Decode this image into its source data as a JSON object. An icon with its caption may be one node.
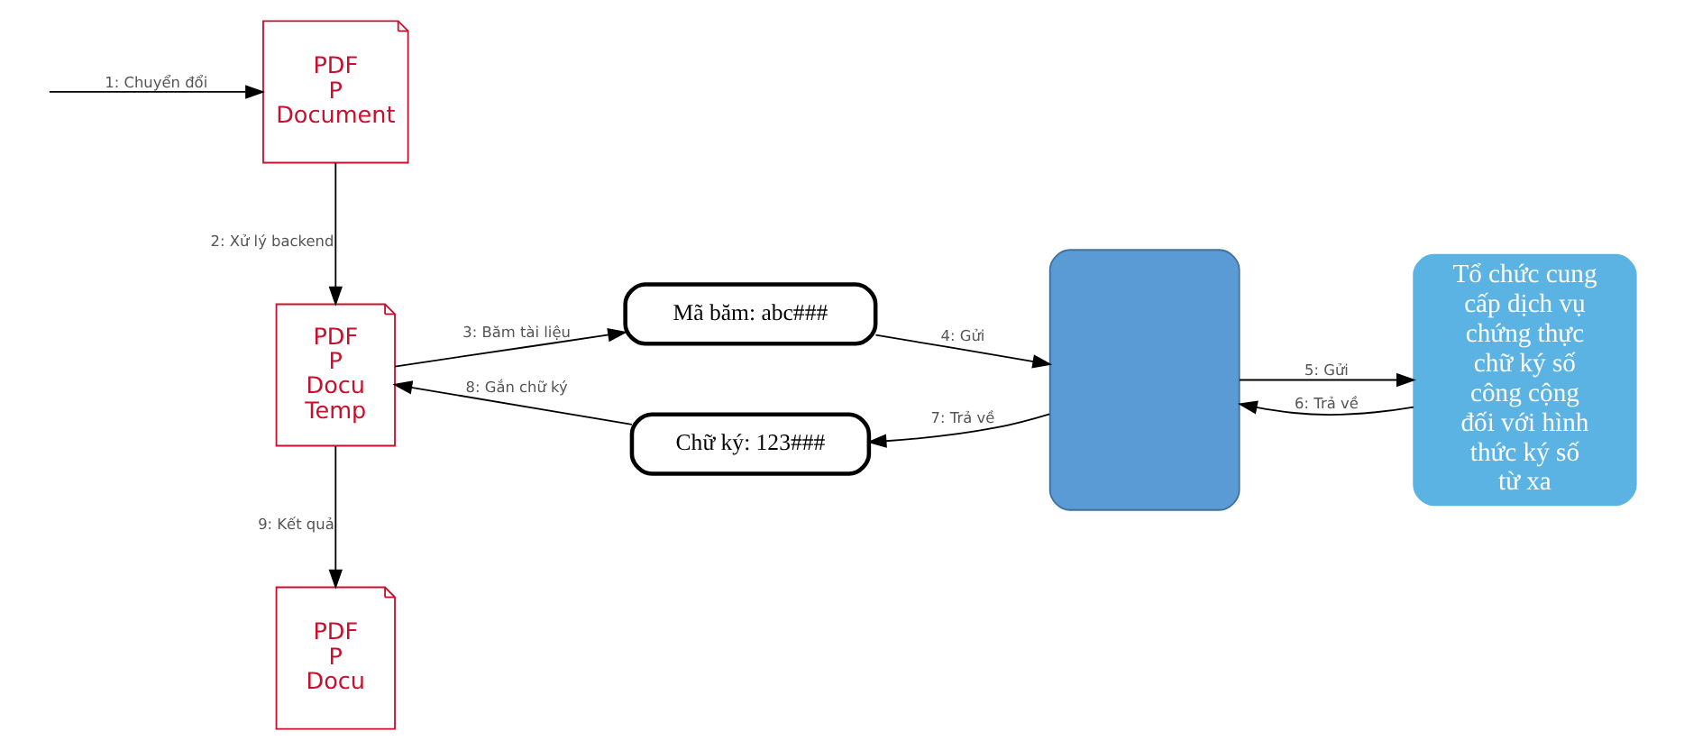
{
  "diagram": {
    "nodes": [
      {
        "text": [
          "PDF",
          "P",
          "Document"
        ]
      },
      {
        "text": [
          "PDF",
          "P",
          "Docu",
          "Temp"
        ]
      },
      {
        "text": [
          "PDF",
          "P",
          "Docu"
        ]
      },
      {
        "text": [
          "Mã băm: abc###"
        ]
      },
      {
        "text": [
          "Chữ ký: 123###"
        ]
      },
      {
        "text": [],
        "shape": "box"
      },
      {
        "text": [
          "Tổ chức cung cấp dịch vụ chứng thực chữ ký số công cộng đối với hình thức ký số từ xa"
        ]
      }
    ],
    "edges": [
      {
        "from": null,
        "to": 0,
        "arrow": "to",
        "label": "1: Chuyển đổi"
      },
      {
        "from": 0,
        "to": 1,
        "arrow": "to",
        "label": "2: Xử lý backend"
      },
      {
        "from": 1,
        "to": 3,
        "arrow": "to",
        "label": "3: Băm tài liệu"
      },
      {
        "from": 3,
        "to": 5,
        "arrow": "to",
        "label": "4: Gửi"
      },
      {
        "from": 5,
        "to": 6,
        "arrow": "to",
        "label": "5: Gửi"
      },
      {
        "from": 6,
        "to": 5,
        "arrow": "to",
        "label": "6: Trả về"
      },
      {
        "from": 5,
        "to": 4,
        "arrow": "to",
        "label": "7: Trả về"
      },
      {
        "from": 4,
        "to": 1,
        "arrow": "to",
        "label": "8: Gắn chữ ký"
      },
      {
        "from": 1,
        "to": 2,
        "arrow": "to",
        "label": "9: Kết quả"
      }
    ]
  }
}
